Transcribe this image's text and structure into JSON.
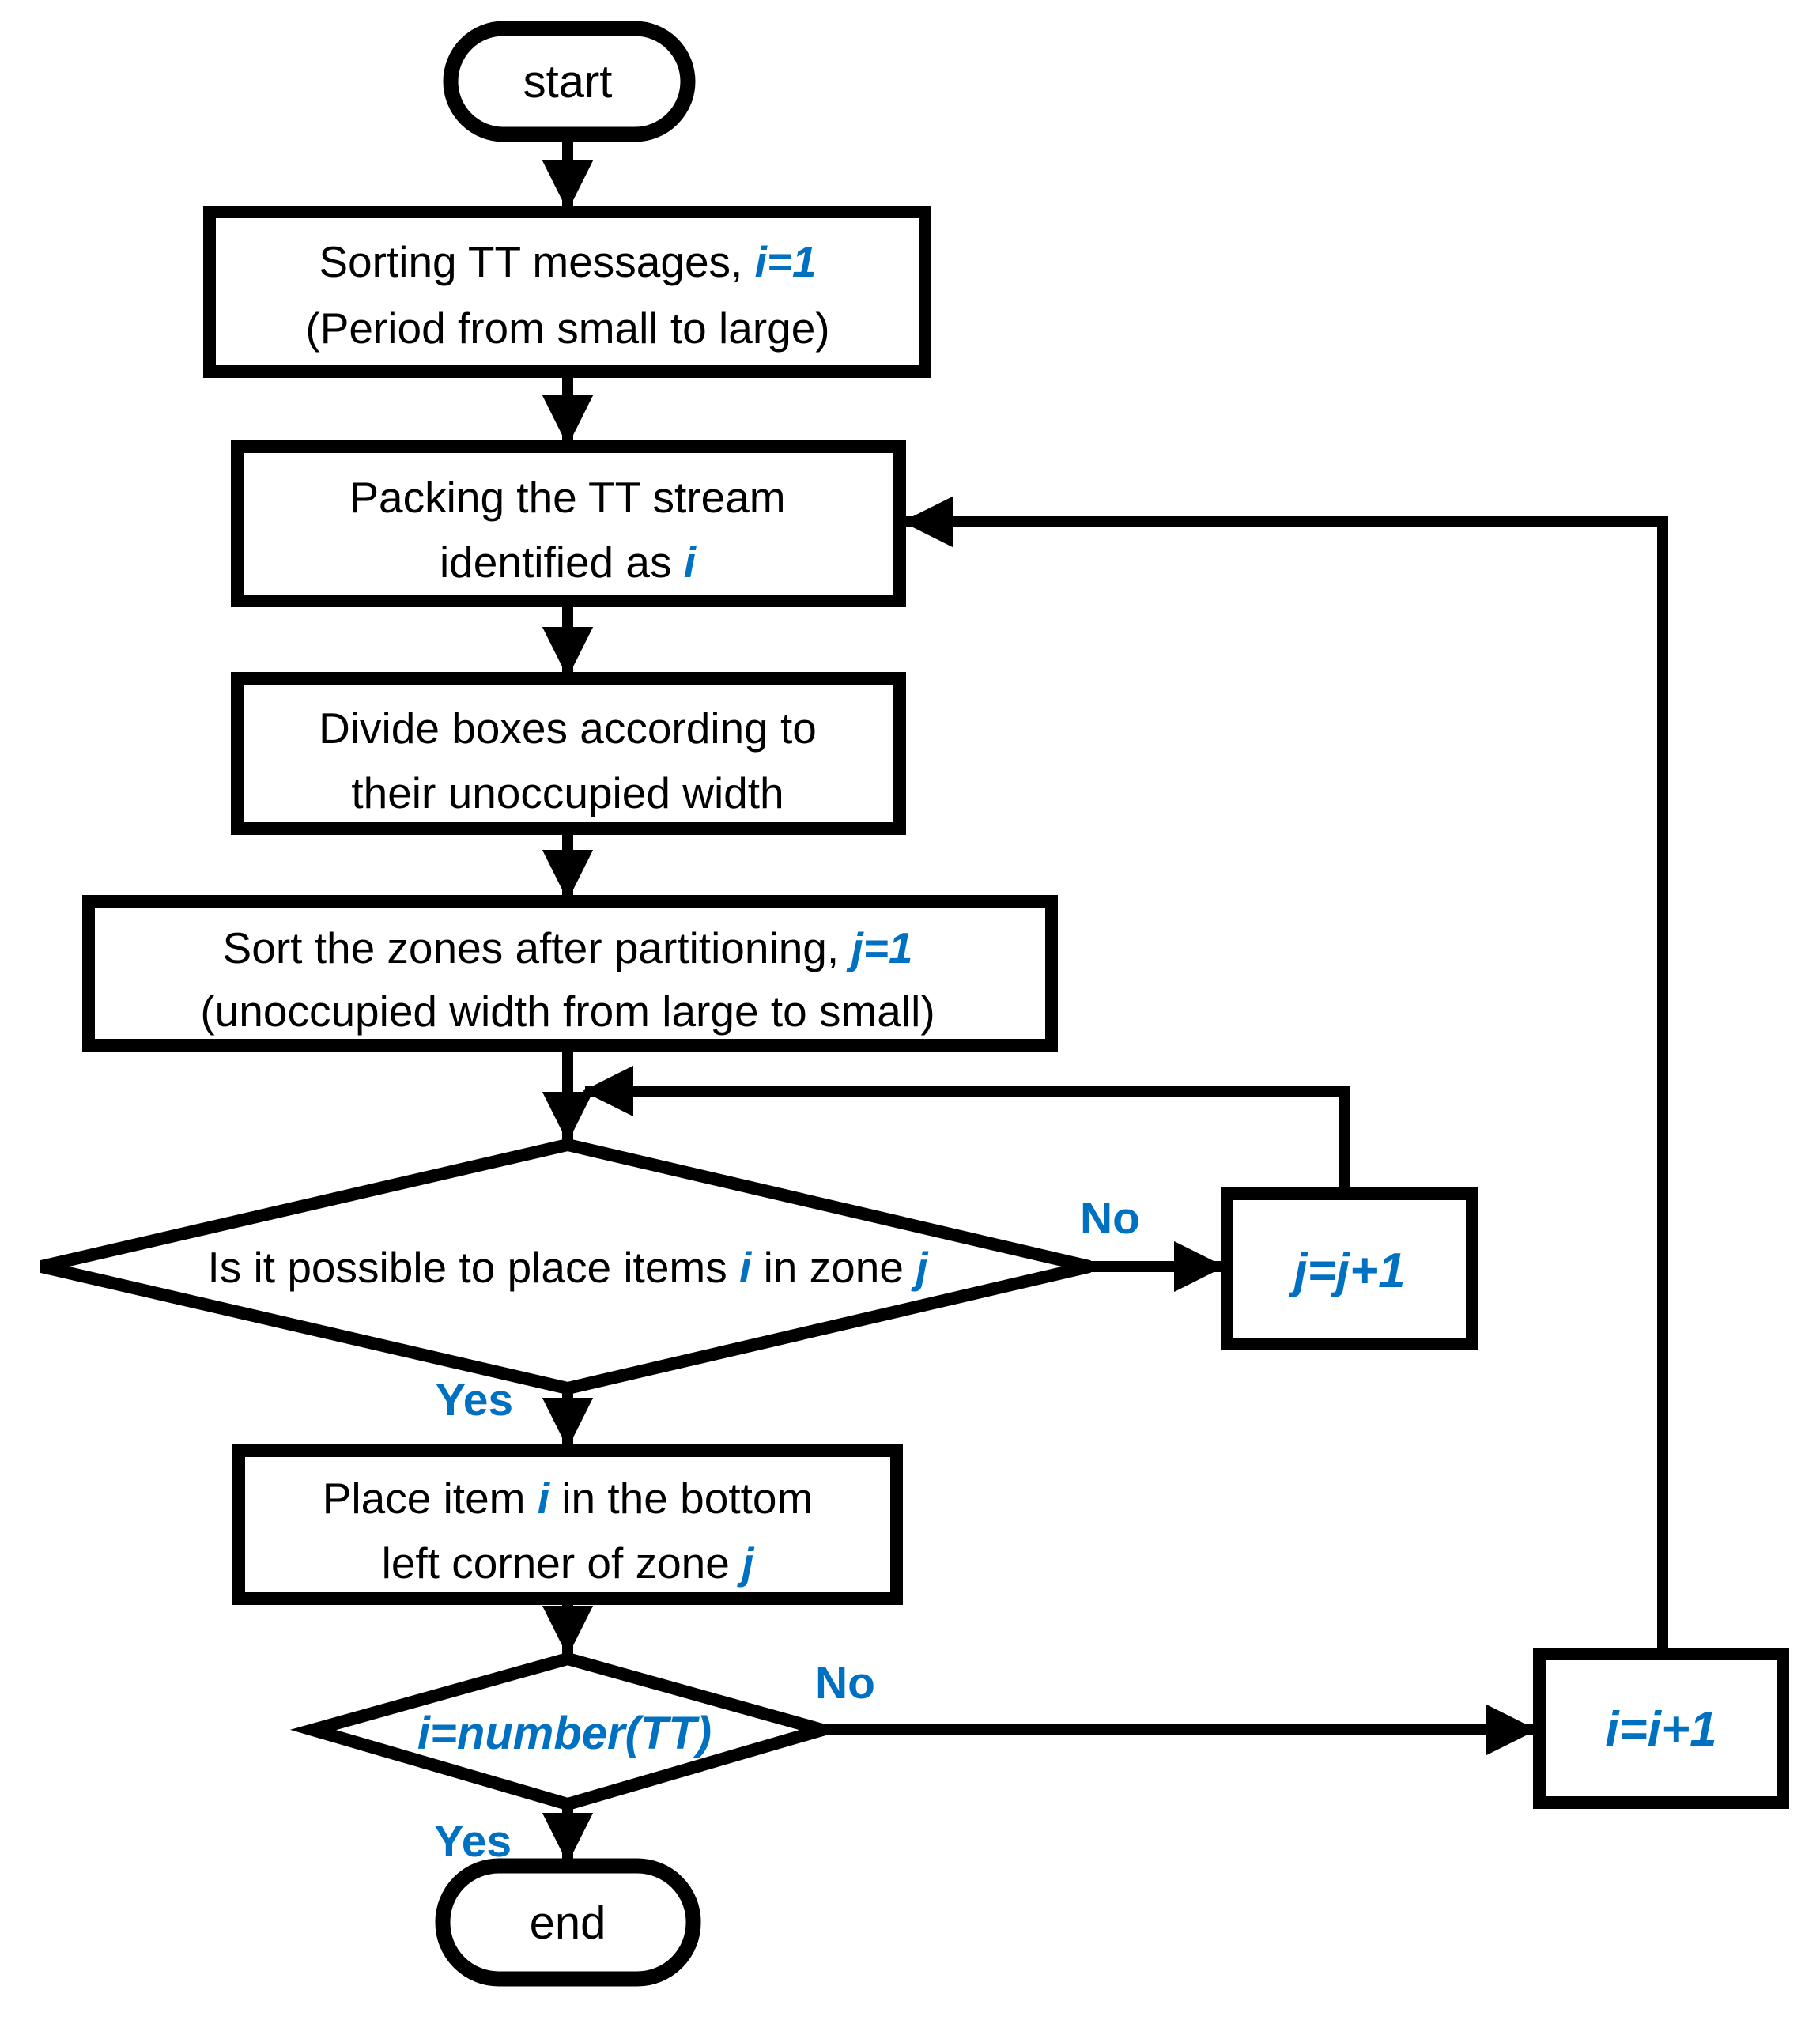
{
  "title": "TT message packing algorithm flowchart",
  "colors": {
    "accent_blue": "#0070C0",
    "line_black": "#000000",
    "background": "#ffffff"
  },
  "nodes": {
    "start": {
      "label": "start"
    },
    "sort_messages": {
      "line1_black": "Sorting TT messages, ",
      "line1_blue": "i=1",
      "line2": "(Period from small to large)"
    },
    "packing": {
      "line1": "Packing the TT stream",
      "line2_black": "identified as ",
      "line2_blue": "i"
    },
    "divide_boxes": {
      "line1": "Divide boxes according to",
      "line2": "their unoccupied width"
    },
    "sort_zones": {
      "line1_black": "Sort the zones after partitioning, ",
      "line1_blue": "j=1",
      "line2": "(unoccupied width from large to small)"
    },
    "decision_place": {
      "black1": "Is it possible to place items ",
      "blue1": "i",
      "black2": " in zone ",
      "blue2": "j"
    },
    "increment_j": {
      "label": "j=j+1"
    },
    "place_item": {
      "line1_black1": "Place item ",
      "line1_blue": "i",
      "line1_black2": " in the bottom",
      "line2_black": "left corner of zone ",
      "line2_blue": "j"
    },
    "decision_done": {
      "label": "i=number(TT)"
    },
    "increment_i": {
      "label": "i=i+1"
    },
    "end": {
      "label": "end"
    }
  },
  "edge_labels": {
    "no1": "No",
    "yes1": "Yes",
    "no2": "No",
    "yes2": "Yes"
  }
}
